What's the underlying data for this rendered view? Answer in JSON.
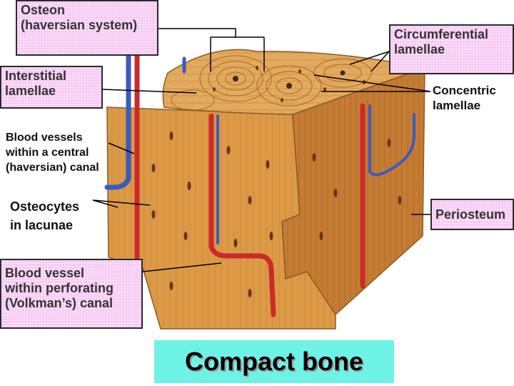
{
  "labels": {
    "osteon": [
      "Osteon",
      "(haversian system)"
    ],
    "circumferential": [
      "Circumferential",
      "lamellae"
    ],
    "interstitial": [
      "Interstitial",
      "lamellae"
    ],
    "concentric": [
      "Concentric",
      "lamellae"
    ],
    "blood_vessels_central": [
      "Blood vessels",
      "within a central",
      "(haversian) canal"
    ],
    "osteocytes": [
      "Osteocytes",
      "in lacunae"
    ],
    "periosteum": [
      "Periosteum"
    ],
    "blood_vessel_perforating": [
      "Blood vessel",
      "within perforating",
      "(Volkman’s) canal"
    ]
  },
  "footer": {
    "title": "Compact bone"
  },
  "colors": {
    "label_box": "#f7c6f3",
    "footer_bg": "#6ff2e6",
    "bone_top": "#e0a85a",
    "bone_front": "#d9953f",
    "bone_side": "#c07a30",
    "artery": "#cc2a2a",
    "vein": "#3b5bbf"
  }
}
